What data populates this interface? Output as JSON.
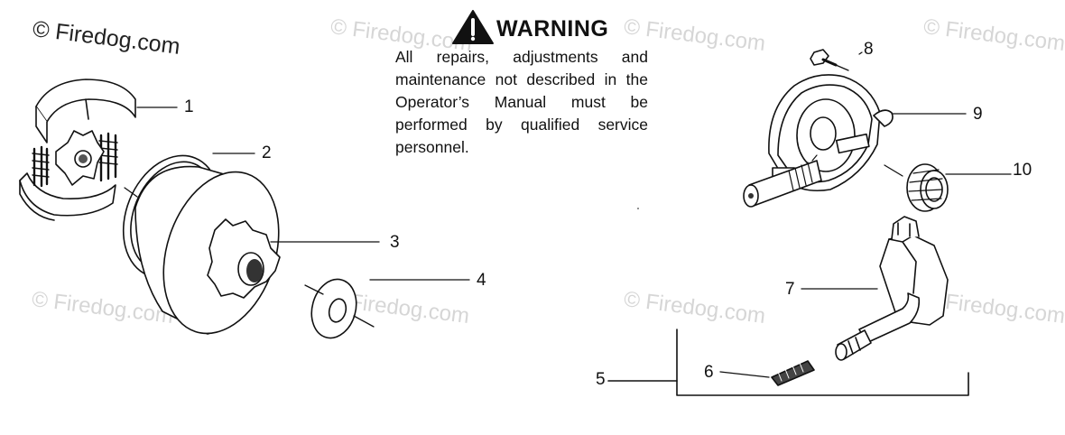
{
  "watermarks": [
    "© Firedog.com",
    "© Firedog.com",
    "© Firedog.com",
    "© Firedog.com",
    "© Firedog.com",
    "© Firedog.com",
    "© Firedog.com",
    "© Firedog.com"
  ],
  "warning": {
    "title": "WARNING",
    "text": "All repairs, adjustments and maintenance not described in the Operator’s Manual must be performed by qualified service personnel."
  },
  "callouts": [
    "1",
    "2",
    "3",
    "4",
    "5",
    "6",
    "7",
    "8",
    "9",
    "10"
  ],
  "colors": {
    "line": "#111111",
    "watermark": "#d6d6d6"
  }
}
